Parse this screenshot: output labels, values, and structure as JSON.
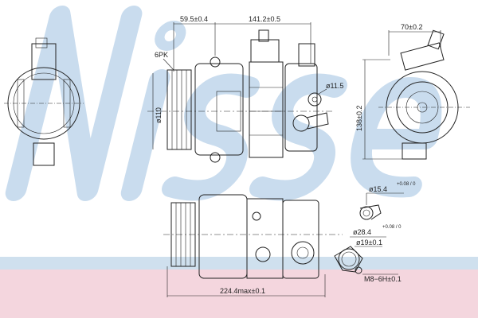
{
  "watermark": "Nissens",
  "dimensions": {
    "clutch_offset": "59.5±0.4",
    "body_length": "141.2±0.5",
    "pulley_type": "6PK",
    "pulley_diameter": "ø110",
    "mount_hole": "ø11.5",
    "height": "138±0.2",
    "width": "70±0.2",
    "fitting_small": "ø15.4",
    "fitting_small_tol": "+0.08 / 0",
    "fitting_large": "ø28.4",
    "fitting_large_tol": "+0.08 / 0",
    "fitting_inner": "ø19±0.1",
    "thread": "M8−6H±0.1",
    "overall_length": "224.4max±0.1"
  },
  "colors": {
    "watermark": "#c9dcee",
    "band_blue": "#cfe0ee",
    "band_pink": "#f4d6de",
    "line": "#222222"
  }
}
